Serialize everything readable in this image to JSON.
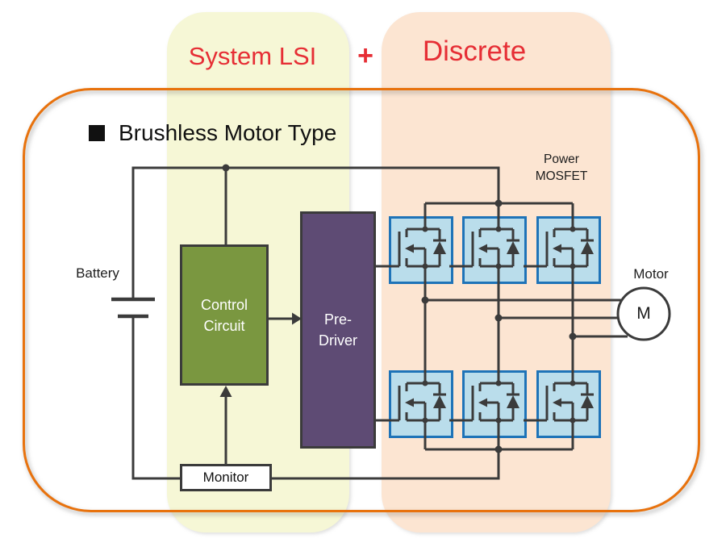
{
  "banner": {
    "system_lsi": "System LSI",
    "plus": "+",
    "discrete": "Discrete"
  },
  "title": "Brushless Motor Type",
  "labels": {
    "battery": "Battery",
    "power_mosfet_line1": "Power",
    "power_mosfet_line2": "MOSFET",
    "motor": "Motor",
    "motor_symbol": "M"
  },
  "blocks": {
    "control_line1": "Control",
    "control_line2": "Circuit",
    "predriver_line1": "Pre-",
    "predriver_line2": "Driver",
    "monitor": "Monitor"
  },
  "colors": {
    "band_yellow": "#F6F7D6",
    "band_peach": "#FCE5D2",
    "frame_orange": "#E8720D",
    "banner_red": "#E62E35",
    "wire_dark": "#3B3B3B",
    "control_green": "#7A9740",
    "predriver_purple": "#5E4B74",
    "mosfet_fill": "#BADDEB",
    "mosfet_border": "#1E73B8"
  }
}
